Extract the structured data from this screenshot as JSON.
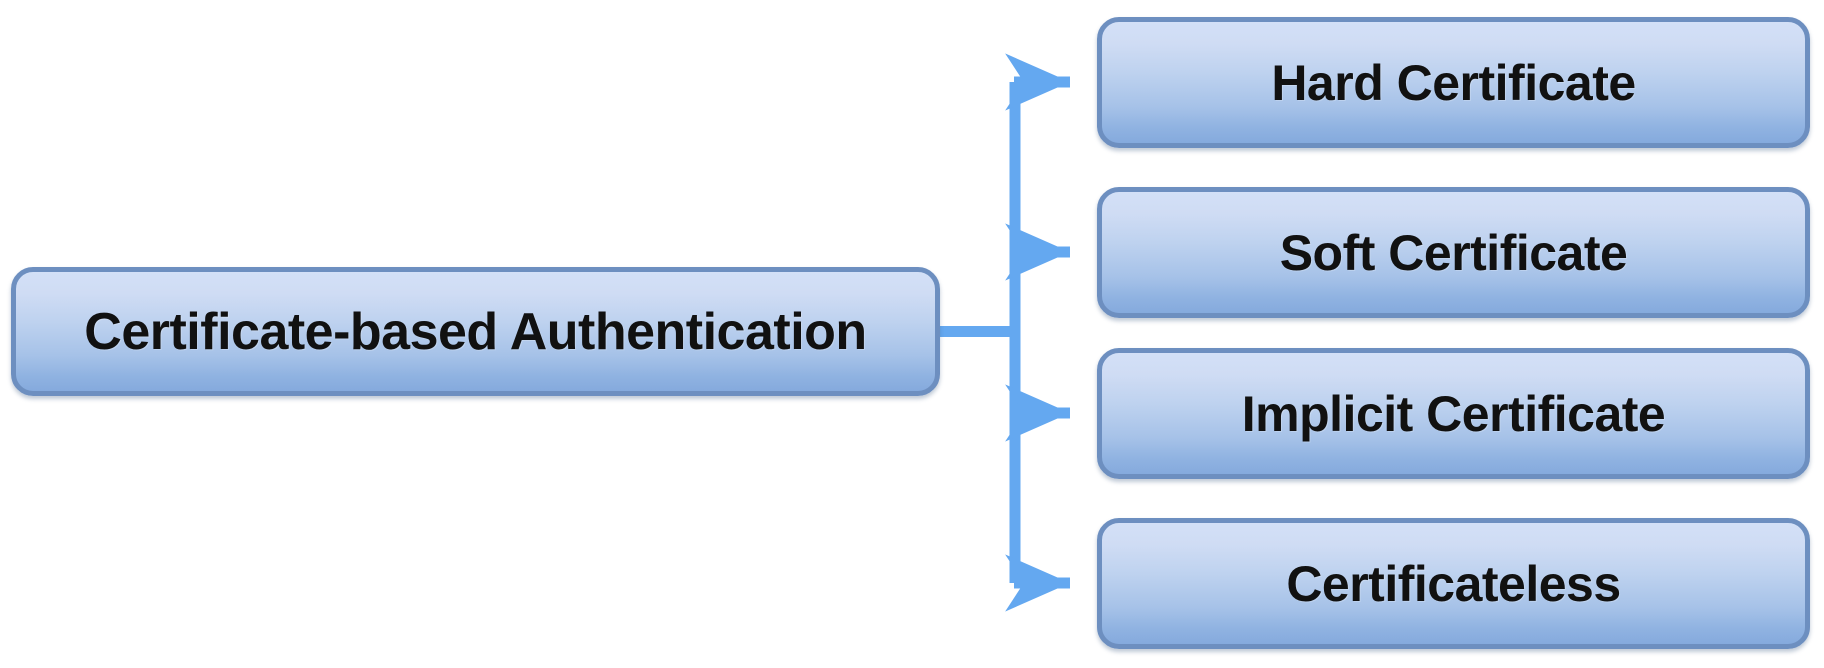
{
  "diagram": {
    "title": "Certificate-based Authentication taxonomy",
    "type": "tree",
    "orientation": "left-to-right",
    "colors": {
      "box_fill_top": "#d3e0f7",
      "box_fill_bottom": "#85aadd",
      "box_border": "#6d8fc0",
      "connector": "#64a8f0",
      "text": "#111111",
      "background": "#ffffff"
    },
    "root": {
      "label": "Certificate-based Authentication"
    },
    "children": [
      {
        "label": "Hard Certificate"
      },
      {
        "label": "Soft Certificate"
      },
      {
        "label": "Implicit Certificate"
      },
      {
        "label": "Certificateless"
      }
    ],
    "connector_count": 4
  }
}
